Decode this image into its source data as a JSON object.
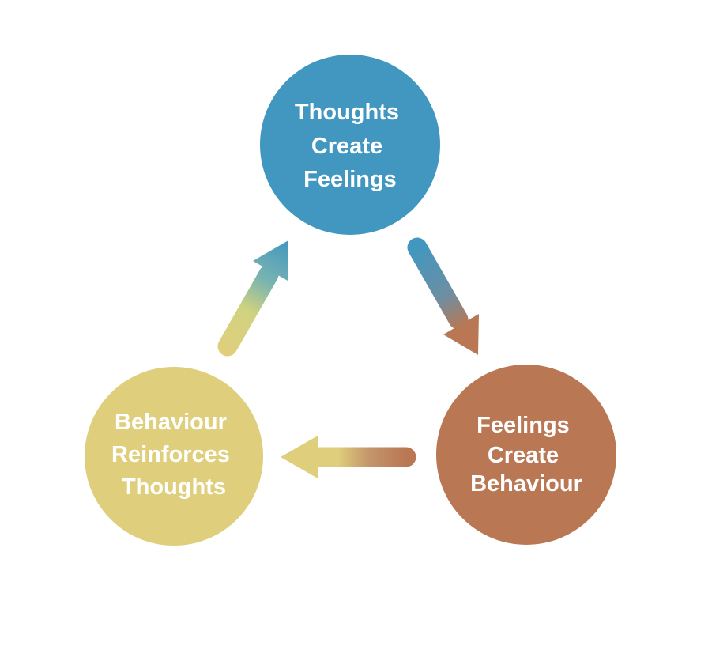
{
  "diagram": {
    "nodes": [
      {
        "id": "thoughts",
        "lines": [
          "Thoughts",
          "Create",
          "Feelings"
        ],
        "color": "#4197c0"
      },
      {
        "id": "feelings",
        "lines": [
          "Feelings",
          "Create",
          "Behaviour"
        ],
        "color": "#b97753"
      },
      {
        "id": "behaviour",
        "lines": [
          "Behaviour",
          "Reinforces",
          "Thoughts"
        ],
        "color": "#dfcf7d"
      }
    ],
    "edges": [
      {
        "from": "thoughts",
        "to": "feelings"
      },
      {
        "from": "feelings",
        "to": "behaviour"
      },
      {
        "from": "behaviour",
        "to": "thoughts"
      }
    ]
  }
}
